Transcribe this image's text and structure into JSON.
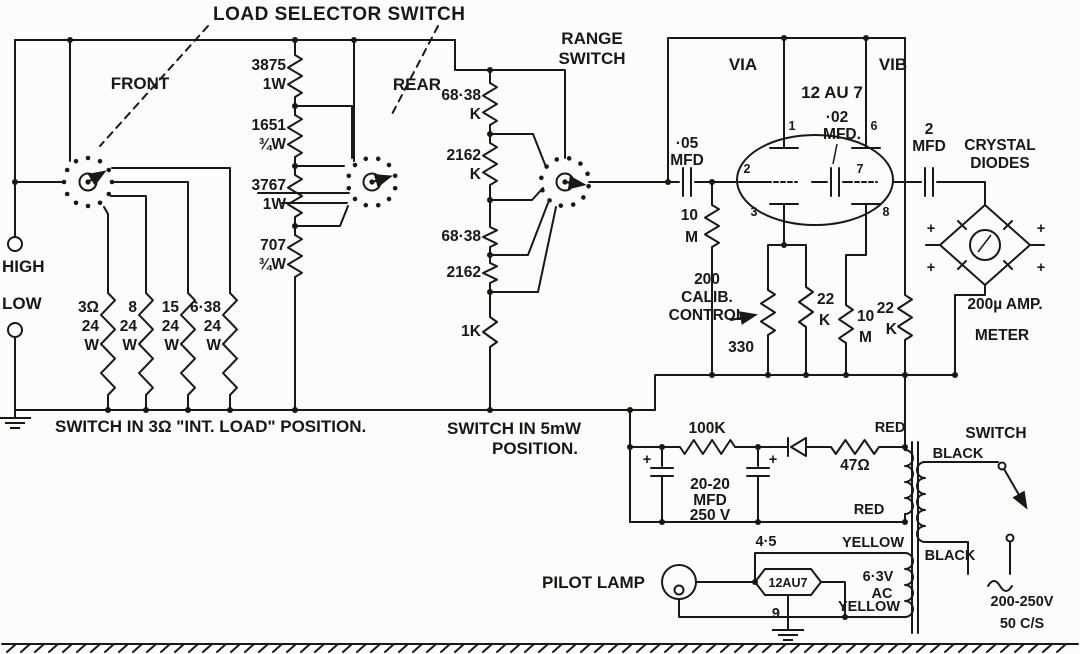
{
  "colors": {
    "ink": "#181818",
    "bg": "#fcfcfa"
  },
  "header": {
    "title": "LOAD SELECTOR SWITCH"
  },
  "selector": {
    "front": "FRONT",
    "rear": "REAR",
    "divider": [
      {
        "v": "3875",
        "w": "1W"
      },
      {
        "v": "1651",
        "w": "¾W"
      },
      {
        "v": "3767",
        "w": "1W"
      },
      {
        "v": "707",
        "w": "¾W"
      }
    ],
    "loads": [
      {
        "v": "3Ω",
        "p": "24",
        "u": "W"
      },
      {
        "v": "8",
        "p": "24",
        "u": "W"
      },
      {
        "v": "15",
        "p": "24",
        "u": "W"
      },
      {
        "v": "6·38",
        "p": "24",
        "u": "W"
      }
    ]
  },
  "terminals": {
    "high": "HIGH",
    "low": "LOW"
  },
  "range": {
    "t1": "RANGE",
    "t2": "SWITCH",
    "r": [
      {
        "v": "68·38",
        "u": "K"
      },
      {
        "v": "2162",
        "u": "K"
      },
      {
        "v": "68·38",
        "u": ""
      },
      {
        "v": "2162",
        "u": ""
      },
      {
        "v": "1K",
        "u": ""
      }
    ]
  },
  "notes": {
    "n1": "SWITCH IN 3Ω \"INT. LOAD\" POSITION.",
    "n2a": "SWITCH IN 5mW",
    "n2b": "POSITION."
  },
  "tube": {
    "via": "VIA",
    "vib": "VIB",
    "name": "12 AU 7",
    "p1": "1",
    "p2": "2",
    "p3": "3",
    "p6": "6",
    "p7": "7",
    "p8": "8"
  },
  "caps": {
    "c05a": "·05",
    "c05b": "MFD",
    "c02a": "·02",
    "c02b": "MFD.",
    "c2a": "2",
    "c2b": "MFD"
  },
  "amp": {
    "g1a": "10",
    "g1b": "M",
    "cal1": "200",
    "cal2": "CALIB.",
    "cal3": "CONTROL",
    "r330": "330",
    "k1a": "22",
    "k1b": "K",
    "g2a": "10",
    "g2b": "M",
    "k2a": "22",
    "k2b": "K"
  },
  "meter": {
    "c1": "CRYSTAL",
    "c2": "DIODES",
    "m1": "200µ AMP.",
    "m2": "METER",
    "plus": "+"
  },
  "psu": {
    "r100k": "100K",
    "f1": "20-20",
    "f2": "MFD",
    "f3": "250 V",
    "plus": "+",
    "r47": "47Ω",
    "red1": "RED",
    "red2": "RED",
    "sw": "SWITCH",
    "blk1": "BLACK",
    "blk2": "BLACK",
    "yel1": "YELLOW",
    "yel2": "YELLOW",
    "pins45": "4·5",
    "pin9": "9",
    "heater": "12AU7",
    "pilot": "PILOT LAMP",
    "v1": "6·3V",
    "v2": "AC",
    "mains1": "200-250V",
    "mains2": "50 C/S"
  }
}
